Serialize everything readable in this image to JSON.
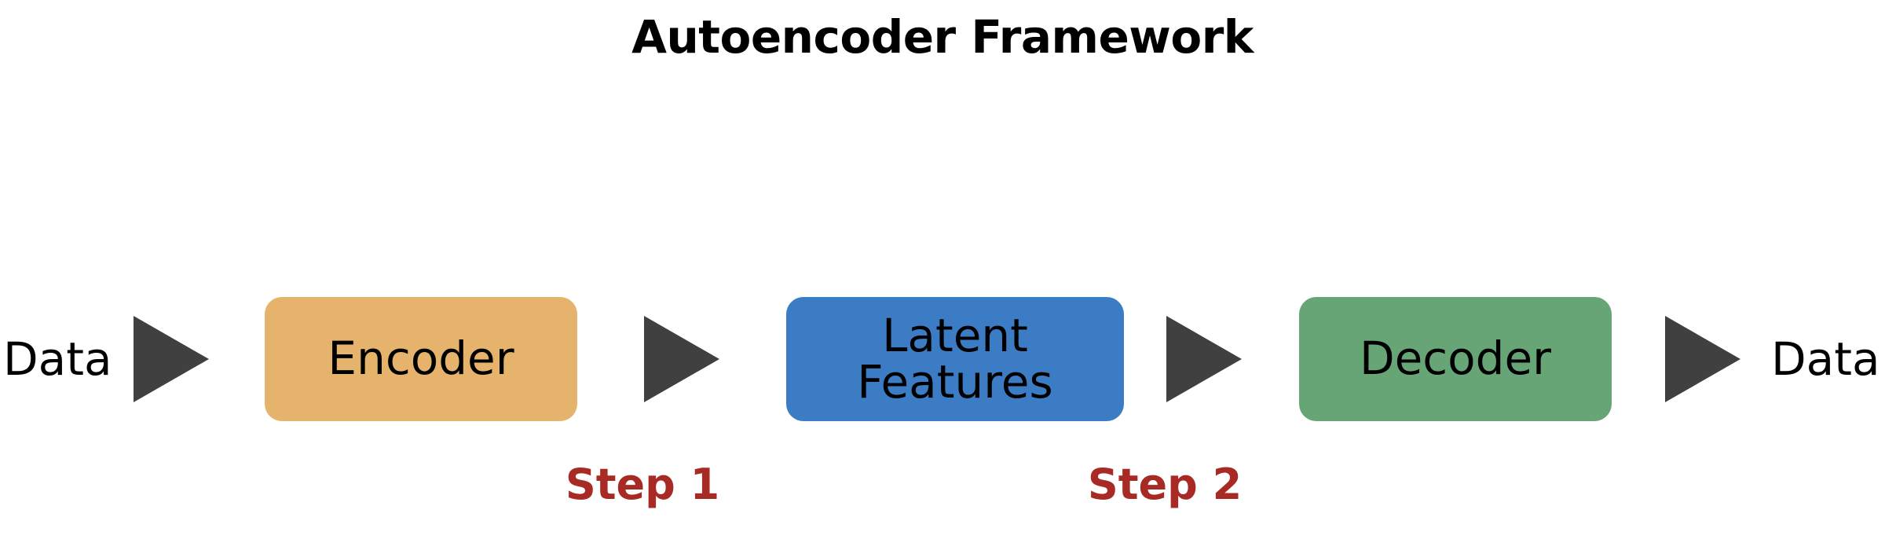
{
  "figure": {
    "title": "Autoencoder Framework",
    "background_color": "#FFFFFF"
  },
  "colors": {
    "title_text": "#000000",
    "encoder_fill": "#E5B36B",
    "latent_fill": "#3B7CC4",
    "decoder_fill": "#67A577",
    "arrow_fill": "#404040",
    "step_text": "#A82A24",
    "box_text": "#000000"
  },
  "pipeline": {
    "input_label": "Data",
    "output_label": "Data",
    "stages": [
      {
        "id": "encoder",
        "label": "Encoder",
        "lines": [
          "Encoder"
        ],
        "fill": "#E5B36B"
      },
      {
        "id": "latent",
        "label": "Latent Features",
        "lines": [
          "Latent",
          "Features"
        ],
        "fill": "#3B7CC4"
      },
      {
        "id": "decoder",
        "label": "Decoder",
        "lines": [
          "Decoder"
        ],
        "fill": "#67A577"
      }
    ],
    "arrows": [
      {
        "id": "arrow-1",
        "icon": "right-triangle-arrow-icon"
      },
      {
        "id": "arrow-2",
        "icon": "right-triangle-arrow-icon"
      },
      {
        "id": "arrow-3",
        "icon": "right-triangle-arrow-icon"
      },
      {
        "id": "arrow-4",
        "icon": "right-triangle-arrow-icon"
      }
    ]
  },
  "steps": [
    {
      "id": "step-1",
      "label": "Step 1"
    },
    {
      "id": "step-2",
      "label": "Step 2"
    }
  ]
}
